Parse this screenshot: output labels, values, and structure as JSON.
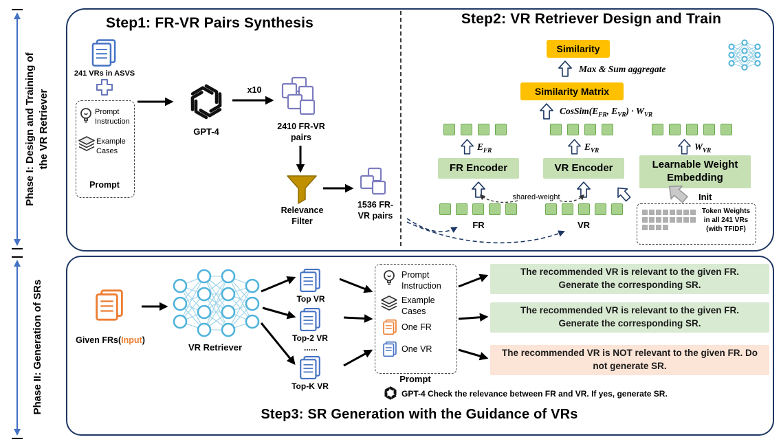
{
  "colors": {
    "border_navy": "#1F3864",
    "accent_orange_box": "#FFC000",
    "encoder_green": "#C6E0B4",
    "square_green": "#A9D18E",
    "result_green": "#D9EAD3",
    "result_orange": "#FCE4D6",
    "funnel_gold": "#BF9000",
    "doc_blue": "#4472C4",
    "doc_orange": "#ED7D31",
    "network_blue": "#4FB3DB"
  },
  "phase1": {
    "label": "Phase I: Design and Training of\nthe VR Retriever",
    "step1": {
      "title": "Step1: FR-VR Pairs Synthesis",
      "vrs_in_asvs": "241 VRs in ASVS",
      "prompt_panel": {
        "instruction": "Prompt\nInstruction",
        "examples": "Example\nCases",
        "label": "Prompt"
      },
      "gpt4": "GPT-4",
      "times": "x10",
      "pairs_2410": "2410 FR-VR\npairs",
      "relevance_filter": "Relevance\nFilter",
      "pairs_1536": "1536 FR-\nVR pairs"
    },
    "step2": {
      "title": "Step2: VR Retriever Design and Train",
      "similarity": "Similarity",
      "aggregate": "Max & Sum aggregate",
      "similarity_matrix": "Similarity Matrix",
      "formula": {
        "p1": "CosSim(E",
        "s1": "FR",
        "p2": ", E",
        "s2": "VR",
        "p3": ") · W",
        "s3": "VR"
      },
      "e_fr": {
        "base": "E",
        "sub": "FR"
      },
      "e_vr": {
        "base": "E",
        "sub": "VR"
      },
      "w_vr": {
        "base": "W",
        "sub": "VR"
      },
      "fr_encoder": "FR Encoder",
      "vr_encoder": "VR Encoder",
      "weight_embedding": "Learnable Weight\nEmbedding",
      "shared_weight": "shared-weight",
      "fr": "FR",
      "vr": "VR",
      "init": "Init",
      "token_weights": "Token Weights\nin all 241 VRs\n(with TFIDF)"
    }
  },
  "phase2": {
    "label": "Phase II: Generation of SRs",
    "step3": {
      "title": "Step3: SR Generation with the Guidance of VRs",
      "input": {
        "prefix": "Given FRs(",
        "accent": "Input",
        "suffix": ")"
      },
      "retriever": "VR Retriever",
      "outputs": {
        "top1": "Top VR",
        "top2": "Top-2 VR",
        "dots": "......",
        "topk": "Top-K VR"
      },
      "prompt_panel": {
        "instruction": "Prompt\nInstruction",
        "examples": "Example\nCases",
        "one_fr": "One FR",
        "one_vr": "One VR",
        "label": "Prompt"
      },
      "results": [
        {
          "type": "positive",
          "text": "The recommended VR is relevant to the given FR. Generate the corresponding SR."
        },
        {
          "type": "positive",
          "text": "The recommended VR is relevant to the given FR. Generate the corresponding SR."
        },
        {
          "type": "negative",
          "text": "The recommended VR is NOT relevant to the given FR. Do not generate SR."
        }
      ],
      "gpt4_note": "GPT-4 Check the relevance between FR and VR. If yes, generate SR."
    }
  }
}
